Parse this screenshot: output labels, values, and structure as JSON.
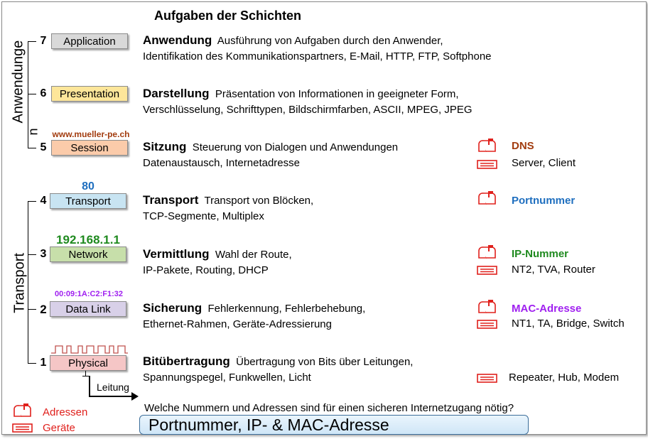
{
  "title": "Aufgaben der Schichten",
  "group_labels": {
    "top_main": "Anwendunge",
    "top_extra": "n",
    "bottom": "Transport"
  },
  "layers": [
    {
      "number": "7",
      "box": "Application",
      "color": "#d9d9d9",
      "heading": "Anwendung",
      "desc1": "Ausführung von Aufgaben durch den Anwender,",
      "desc2": "Identifikation des Kommunikationspartners, E-Mail, HTTP, FTP, Softphone"
    },
    {
      "number": "6",
      "box": "Presentation",
      "color": "#fde69a",
      "heading": "Darstellung",
      "desc1": "Präsentation von Informationen in geeigneter Form,",
      "desc2": "Verschlüsselung, Schrifttypen, Bildschirmfarben, ASCII, MPEG, JPEG"
    },
    {
      "number": "5",
      "box": "Session",
      "color": "#fbcbaa",
      "heading": "Sitzung",
      "desc1": "Steuerung von Dialogen und Anwendungen",
      "desc2": "Datenaustausch, Internetadresse"
    },
    {
      "number": "4",
      "box": "Transport",
      "color": "#c8e4f2",
      "heading": "Transport",
      "desc1": "Transport von Blöcken,",
      "desc2": "TCP-Segmente, Multiplex"
    },
    {
      "number": "3",
      "box": "Network",
      "color": "#c7dfaa",
      "heading": "Vermittlung",
      "desc1": "Wahl der Route,",
      "desc2": "IP-Pakete, Routing, DHCP"
    },
    {
      "number": "2",
      "box": "Data Link",
      "color": "#d8d0e8",
      "heading": "Sicherung",
      "desc1": "Fehlerkennung, Fehlerbehebung,",
      "desc2": "Ethernet-Rahmen, Geräte-Adressierung"
    },
    {
      "number": "1",
      "box": "Physical",
      "color": "#f5c6c6",
      "heading": "Bitübertragung",
      "desc1": "Übertragung von Bits über Leitungen,",
      "desc2": "Spannungspegel, Funkwellen, Licht"
    }
  ],
  "addresses": {
    "session": {
      "text": "www.mueller-pe.ch",
      "color": "#a23c0f"
    },
    "transport": {
      "text": "80",
      "color": "#1f6fbf"
    },
    "network": {
      "text": "192.168.1.1",
      "color": "#1f8a1f"
    },
    "datalink": {
      "text": "00:09:1A:C2:F1:32",
      "color": "#a020f0"
    }
  },
  "right": {
    "dns": {
      "label": "DNS",
      "color": "#a23c0f",
      "devices": "Server, Client"
    },
    "port": {
      "label": "Portnummer",
      "color": "#1f6fbf"
    },
    "ip": {
      "label": "IP-Nummer",
      "color": "#1f8a1f",
      "devices": "NT2, TVA, Router"
    },
    "mac": {
      "label": "MAC-Adresse",
      "color": "#a020f0",
      "devices": "NT1, TA, Bridge, Switch"
    },
    "phys": {
      "devices": "Repeater, Hub, Modem"
    }
  },
  "leitung": "Leitung",
  "legend": {
    "addresses": "Adressen",
    "devices": "Geräte",
    "color": "#e0201c"
  },
  "question": "Welche Nummern und Adressen sind für einen sicheren Internetzugang nötig?",
  "answer": "Portnummer, IP- & MAC-Adresse"
}
